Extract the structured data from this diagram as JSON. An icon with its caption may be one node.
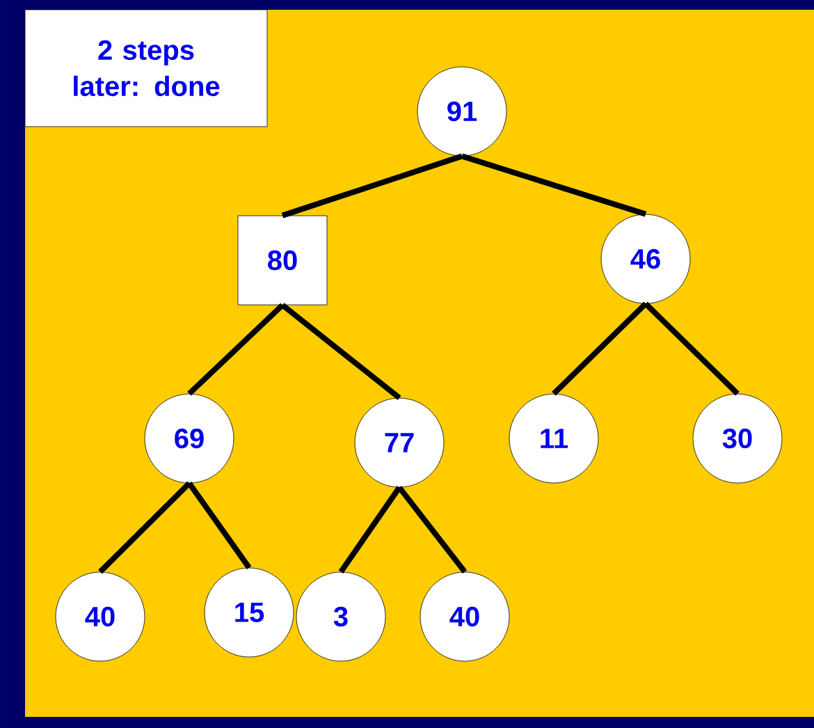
{
  "diagram": {
    "nodes": [
      {
        "text": [
          "2 steps later: done"
        ]
      },
      {
        "text": [
          "91"
        ]
      },
      {
        "text": [
          "80"
        ]
      },
      {
        "text": [
          "46"
        ]
      },
      {
        "text": [
          "69"
        ]
      },
      {
        "text": [
          "77"
        ]
      },
      {
        "text": [
          "11"
        ]
      },
      {
        "text": [
          "30"
        ]
      },
      {
        "text": [
          "40"
        ]
      },
      {
        "text": [
          "15"
        ]
      },
      {
        "text": [
          "3"
        ]
      },
      {
        "text": [
          "40"
        ]
      }
    ],
    "edges": [
      {
        "from": 1,
        "to": 2,
        "arrow": "none"
      },
      {
        "from": 1,
        "to": 3,
        "arrow": "none"
      },
      {
        "from": 2,
        "to": 4,
        "arrow": "none"
      },
      {
        "from": 2,
        "to": 5,
        "arrow": "none"
      },
      {
        "from": 3,
        "to": 6,
        "arrow": "none"
      },
      {
        "from": 3,
        "to": 7,
        "arrow": "none"
      },
      {
        "from": 4,
        "to": 8,
        "arrow": "none"
      },
      {
        "from": 4,
        "to": 9,
        "arrow": "none"
      },
      {
        "from": 5,
        "to": 10,
        "arrow": "none"
      },
      {
        "from": 5,
        "to": 11,
        "arrow": "none"
      }
    ]
  }
}
